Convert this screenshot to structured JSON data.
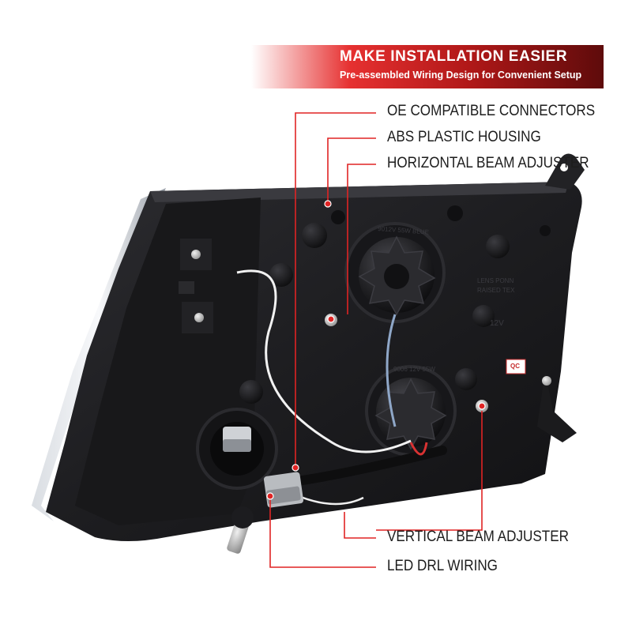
{
  "banner": {
    "title": "MAKE INSTALLATION EASIER",
    "subtitle": "Pre-assembled Wiring Design for Convenient Setup"
  },
  "callouts": {
    "oe_connectors": "OE COMPATIBLE CONNECTORS",
    "abs_housing": "ABS PLASTIC HOUSING",
    "horizontal_adjuster": "HORIZONTAL BEAM ADJUSTER",
    "vertical_adjuster": "VERTICAL BEAM ADJUSTER",
    "led_drl_wiring": "LED DRL WIRING"
  },
  "housing_markings": {
    "bulb_label_top": "9012V 55W BLUE",
    "bulb_label_bottom": "9006 12V 55W",
    "side_text_1": "LENS PONN",
    "side_text_2": "RAISED TEX",
    "voltage": "12V",
    "qc_sticker": "QC"
  },
  "colors": {
    "accent_red": "#e02424",
    "banner_dark": "#5e0b0b",
    "housing": "#1e1e20"
  }
}
